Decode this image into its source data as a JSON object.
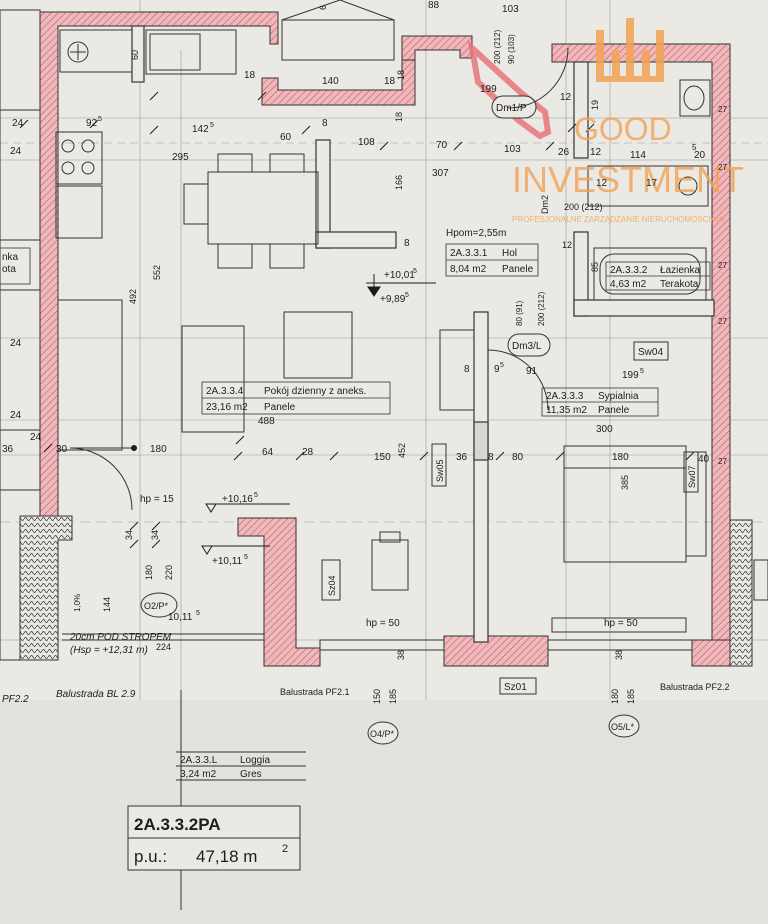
{
  "watermark": {
    "line1": "GOOD",
    "line2": "INVESTMENT",
    "line3": "PROFESJONALNE ZARZĄDZANIE NIERUCHOMOŚCIAMI",
    "color": "#f2a355"
  },
  "colors": {
    "wall_highlight": "#e8747c",
    "ink": "#1d1d1d",
    "paper": "#ebe9e4"
  },
  "rooms": {
    "hall": {
      "code": "2A.3.3.1",
      "name": "Hol",
      "area": "8,04 m2",
      "floor": "Panele"
    },
    "bath": {
      "code": "2A.3.3.2",
      "name": "Łazienka",
      "area": "4,63 m2",
      "floor": "Terakota"
    },
    "living": {
      "code": "2A.3.3.4",
      "name": "Pokój dzienny z aneks.",
      "area": "23,16 m2",
      "floor": "Panele"
    },
    "bedroom": {
      "code": "2A.3.3.3",
      "name": "Sypialnia",
      "area": "11,35 m2",
      "floor": "Panele"
    },
    "loggia": {
      "code": "2A.3.3.L",
      "name": "Loggia",
      "area": "3,24 m2",
      "floor": "Gres"
    }
  },
  "unit": {
    "code": "2A.3.3.2PA",
    "area_label": "p.u.:",
    "area_value": "47,18 m",
    "area_sup": "2"
  },
  "markers": {
    "hpom": "Hpom=2,55m",
    "level1": "+10,01",
    "level1_sup": "5",
    "level2": "+9,89",
    "level2_sup": "5",
    "level3": "+10,16",
    "level3_sup": "5",
    "level4": "+10,11",
    "level4_sup": "5",
    "level5": "10,11",
    "level5_sup": "5",
    "hp15": "hp = 15",
    "hp50a": "hp = 50",
    "hp50b": "hp = 50",
    "stropem1": "20cm POD STROPEM",
    "stropem2": "(Hsp = +12,31 m)",
    "slope": "1,0%"
  },
  "tags": [
    "Dm1/P",
    "Dm3/L",
    "Dm2",
    "Sw04",
    "Sw05",
    "Sw07",
    "Sz04",
    "Sz01",
    "O2/P*",
    "O4/P*",
    "O5/L*",
    "PF2.2",
    "Balustrada BL 2.9",
    "Balustrada PF2.1",
    "Balustrada PF2.2"
  ],
  "left_labels": [
    "nka",
    "ota"
  ],
  "dims": {
    "d88": "88",
    "d103a": "103",
    "d200_212a": "200 (212)",
    "d90_103": "90 (103)",
    "d12a": "12",
    "d19": "19",
    "d60a": "60",
    "d140": "140",
    "d18a": "18",
    "d18b": "18",
    "d18c": "18",
    "d18d": "18",
    "d6": "6",
    "d199a": "199",
    "d24a": "24",
    "d925": "92",
    "d925s": "5",
    "d1425": "142",
    "d1425s": "5",
    "d60b": "60",
    "d108": "108",
    "d295": "295",
    "d70": "70",
    "d103b": "103",
    "d26": "26",
    "d12b": "12",
    "d114": "114",
    "d20": "20",
    "d307": "307",
    "d166": "166",
    "d17": "17",
    "d12c": "12",
    "d200_212b": "200 (212)",
    "d200_212c": "200 (212)",
    "d80_91": "80 (91)",
    "d85": "85",
    "d552": "552",
    "d492": "492",
    "d8a": "8",
    "d8b": "8",
    "d24b": "24",
    "d24c": "24",
    "d24d": "24",
    "d24e": "24",
    "d36a": "36",
    "d30": "30",
    "d180a": "180",
    "d488": "488",
    "d8c": "8",
    "d95": "9",
    "d95s": "5",
    "d91": "91",
    "d1995": "199",
    "d1995s": "5",
    "d300": "300",
    "d64": "64",
    "d28": "28",
    "d150": "150",
    "d452": "452",
    "d36b": "36",
    "d8d": "8",
    "d80": "80",
    "d180b": "180",
    "d385": "385",
    "d40": "40",
    "d27a": "27",
    "d27b": "27",
    "d27c": "27",
    "d27d": "27",
    "d27e": "27",
    "d34a": "34",
    "d34b": "34",
    "d180c": "180",
    "d220": "220",
    "d144": "144",
    "d224": "224",
    "d38a": "38",
    "d38b": "38",
    "d150b": "150",
    "d185a": "185",
    "d180d": "180",
    "d185b": "185",
    "d5": "5",
    "d12d": "12"
  }
}
